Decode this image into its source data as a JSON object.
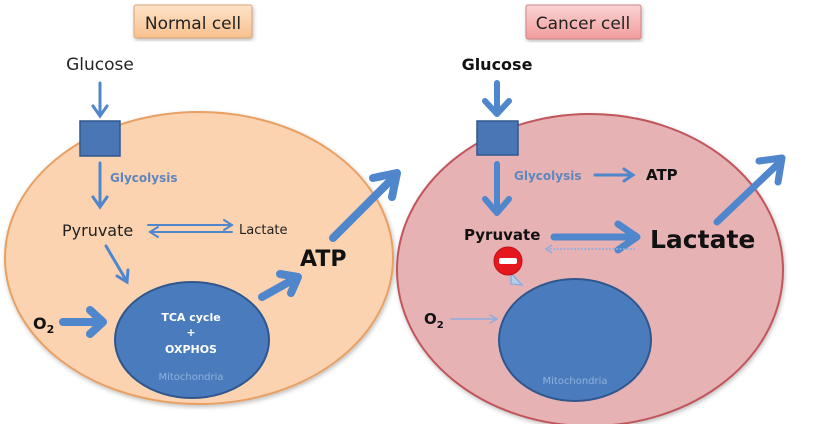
{
  "colors": {
    "arrow": "#4f86cc",
    "transporter": "#4a76b5",
    "mito_fill": "#4a7bbd",
    "mito_stroke": "#2f568d",
    "normal_cell_fill": "#fbd3b1",
    "normal_cell_stroke": "#e8a064",
    "cancer_cell_fill": "#e7b2b4",
    "cancer_cell_stroke": "#c0565c",
    "normal_title_fill": "#fcd4ad",
    "cancer_title_fill": "#f6b8b8",
    "inhibit": "#e3171d",
    "glycolysis_text": "#5f86bd",
    "mito_label_text": "#8fb2de"
  },
  "normal_cell": {
    "title": "Normal cell",
    "glucose": "Glucose",
    "glycolysis": "Glycolysis",
    "pyruvate": "Pyruvate",
    "lactate": "Lactate",
    "atp": "ATP",
    "o2_main": "O",
    "o2_sub": "2",
    "mito_line1": "TCA cycle",
    "mito_line2": "+",
    "mito_line3": "OXPHOS",
    "mito_label": "Mitochondria"
  },
  "cancer_cell": {
    "title": "Cancer cell",
    "glucose": "Glucose",
    "glycolysis": "Glycolysis",
    "atp": "ATP",
    "pyruvate": "Pyruvate",
    "lactate": "Lactate",
    "o2_main": "O",
    "o2_sub": "2",
    "mito_label": "Mitochondria",
    "inhibit_symbol": "minus"
  }
}
